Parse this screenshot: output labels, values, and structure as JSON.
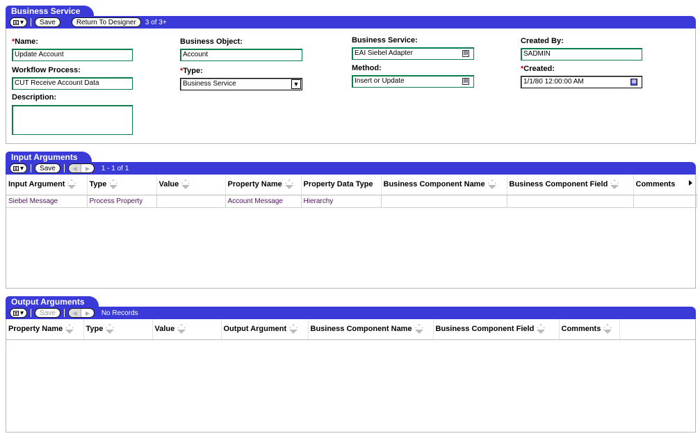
{
  "business_service_applet": {
    "title": "Business Service",
    "menu_label": "",
    "save_label": "Save",
    "return_label": "Return To Designer",
    "record_count": "3 of 3+",
    "fields": {
      "name": {
        "label": "Name:",
        "value": "Update Account",
        "required": "*"
      },
      "workflow_process": {
        "label": "Workflow Process:",
        "value": "CUT Receive Account Data"
      },
      "description": {
        "label": "Description:",
        "value": ""
      },
      "business_object": {
        "label": "Business Object:",
        "value": "Account"
      },
      "type": {
        "label": "Type:",
        "value": "Business Service",
        "required": "*"
      },
      "business_service": {
        "label": "Business Service:",
        "value": "EAI Siebel Adapter"
      },
      "method": {
        "label": "Method:",
        "value": "Insert or Update"
      },
      "created_by": {
        "label": "Created By:",
        "value": "SADMIN"
      },
      "created": {
        "label": "Created:",
        "value": "1/1/80 12:00:00 AM",
        "required": "*"
      }
    }
  },
  "input_arguments_applet": {
    "title": "Input Arguments",
    "save_label": "Save",
    "record_count": "1 - 1 of 1",
    "columns": [
      "Input Argument",
      "Type",
      "Value",
      "Property Name",
      "Property Data Type",
      "Business Component Name",
      "Business Component Field",
      "Comments"
    ],
    "rows": [
      [
        "Siebel Message",
        "Process Property",
        "",
        "Account Message",
        "Hierarchy",
        "",
        "",
        ""
      ]
    ]
  },
  "output_arguments_applet": {
    "title": "Output Arguments",
    "save_label": "Save",
    "record_count": "No Records",
    "columns": [
      "Property Name",
      "Type",
      "Value",
      "Output Argument",
      "Business Component Name",
      "Business Component Field",
      "Comments"
    ],
    "rows": []
  },
  "colors": {
    "header_bar": "#3a3ad8",
    "required_star": "#cc0000",
    "link_text": "#4b1158",
    "green_field_border": "#0a7d4d"
  },
  "icons": [
    "menu-icon",
    "pick-icon",
    "dropdown-arrow-icon",
    "calendar-icon",
    "sort-icon",
    "scroll-right-icon",
    "prev-record-icon",
    "next-record-icon"
  ]
}
